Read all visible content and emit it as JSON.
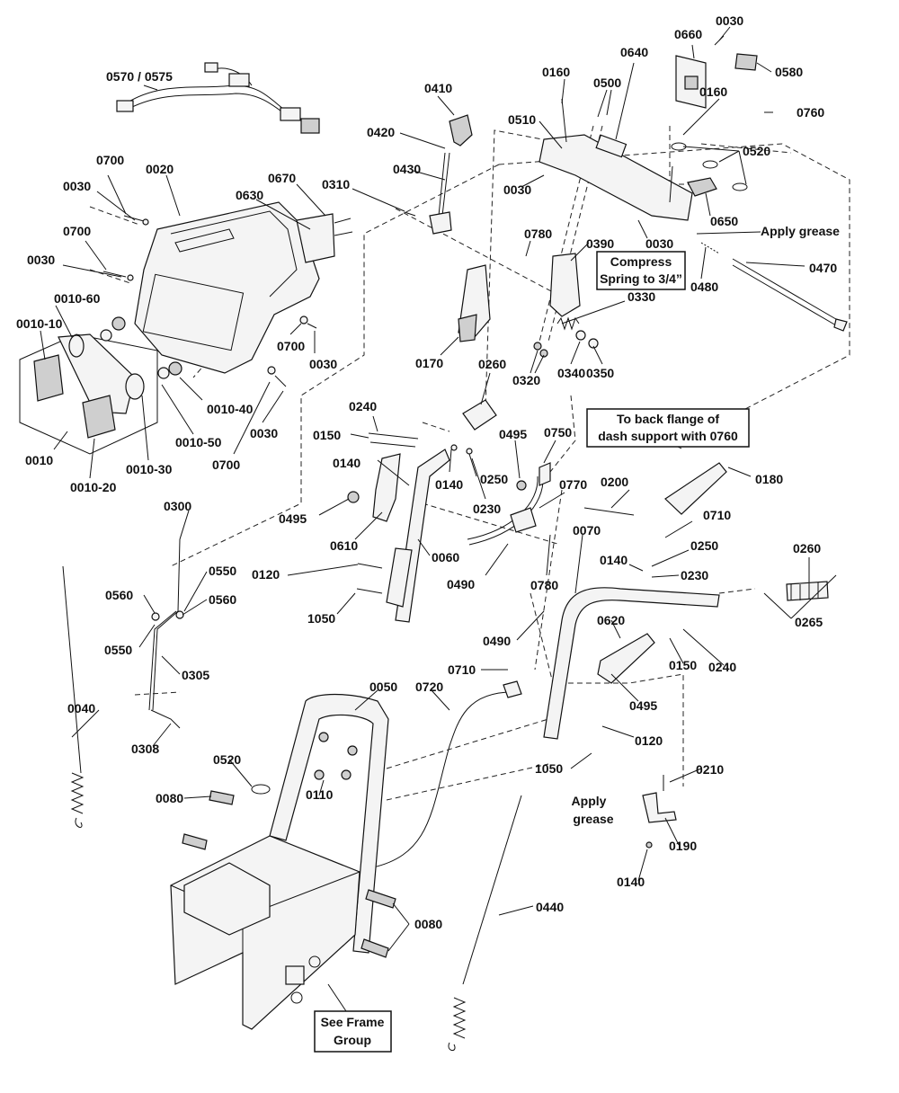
{
  "callouts": [
    {
      "id": "c01",
      "text": "0570 / 0575"
    },
    {
      "id": "c02",
      "text": "0410"
    },
    {
      "id": "c03",
      "text": "0420"
    },
    {
      "id": "c04",
      "text": "0430"
    },
    {
      "id": "c05",
      "text": "0310"
    },
    {
      "id": "c06",
      "text": "0700"
    },
    {
      "id": "c07",
      "text": "0020"
    },
    {
      "id": "c08",
      "text": "0030"
    },
    {
      "id": "c09",
      "text": "0670"
    },
    {
      "id": "c10",
      "text": "0630"
    },
    {
      "id": "c11",
      "text": "0700"
    },
    {
      "id": "c12",
      "text": "0030"
    },
    {
      "id": "c13",
      "text": "0010-60"
    },
    {
      "id": "c14",
      "text": "0010-10"
    },
    {
      "id": "c15",
      "text": "0700"
    },
    {
      "id": "c16",
      "text": "0030"
    },
    {
      "id": "c17",
      "text": "0010-40"
    },
    {
      "id": "c18",
      "text": "0010-50"
    },
    {
      "id": "c19",
      "text": "0010"
    },
    {
      "id": "c20",
      "text": "0010-30"
    },
    {
      "id": "c21",
      "text": "0010-20"
    },
    {
      "id": "c22",
      "text": "0700"
    },
    {
      "id": "c23",
      "text": "0030"
    },
    {
      "id": "c24",
      "text": "0160"
    },
    {
      "id": "c25",
      "text": "0500"
    },
    {
      "id": "c26",
      "text": "0640"
    },
    {
      "id": "c27",
      "text": "0660"
    },
    {
      "id": "c28",
      "text": "0030"
    },
    {
      "id": "c29",
      "text": "0580"
    },
    {
      "id": "c30",
      "text": "0510"
    },
    {
      "id": "c31",
      "text": "0160"
    },
    {
      "id": "c32",
      "text": "0760"
    },
    {
      "id": "c33",
      "text": "0520"
    },
    {
      "id": "c34",
      "text": "0030"
    },
    {
      "id": "c35",
      "text": "0650"
    },
    {
      "id": "c36",
      "text": "0780"
    },
    {
      "id": "c37",
      "text": "0390"
    },
    {
      "id": "c38",
      "text": "0030"
    },
    {
      "id": "c39",
      "text": "0480"
    },
    {
      "id": "c40",
      "text": "0470"
    },
    {
      "id": "c41",
      "text": "0330"
    },
    {
      "id": "c42",
      "text": "0340"
    },
    {
      "id": "c43",
      "text": "0350"
    },
    {
      "id": "c44",
      "text": "0320"
    },
    {
      "id": "c45",
      "text": "0170"
    },
    {
      "id": "c46",
      "text": "0260"
    },
    {
      "id": "c47",
      "text": "0240"
    },
    {
      "id": "c48",
      "text": "0150"
    },
    {
      "id": "c49",
      "text": "0495"
    },
    {
      "id": "c50",
      "text": "0750"
    },
    {
      "id": "c51",
      "text": "0140"
    },
    {
      "id": "c52",
      "text": "0140"
    },
    {
      "id": "c53",
      "text": "0250"
    },
    {
      "id": "c54",
      "text": "0230"
    },
    {
      "id": "c55",
      "text": "0770"
    },
    {
      "id": "c56",
      "text": "0200"
    },
    {
      "id": "c57",
      "text": "0180"
    },
    {
      "id": "c58",
      "text": "0495"
    },
    {
      "id": "c59",
      "text": "0610"
    },
    {
      "id": "c60",
      "text": "0060"
    },
    {
      "id": "c61",
      "text": "0070"
    },
    {
      "id": "c62",
      "text": "0710"
    },
    {
      "id": "c63",
      "text": "0120"
    },
    {
      "id": "c64",
      "text": "0490"
    },
    {
      "id": "c65",
      "text": "0780"
    },
    {
      "id": "c66",
      "text": "0250"
    },
    {
      "id": "c67",
      "text": "0260"
    },
    {
      "id": "c68",
      "text": "0140"
    },
    {
      "id": "c69",
      "text": "0230"
    },
    {
      "id": "c70",
      "text": "1050"
    },
    {
      "id": "c71",
      "text": "0265"
    },
    {
      "id": "c72",
      "text": "0300"
    },
    {
      "id": "c73",
      "text": "0550"
    },
    {
      "id": "c74",
      "text": "0560"
    },
    {
      "id": "c75",
      "text": "0560"
    },
    {
      "id": "c76",
      "text": "0550"
    },
    {
      "id": "c77",
      "text": "0305"
    },
    {
      "id": "c78",
      "text": "0490"
    },
    {
      "id": "c79",
      "text": "0620"
    },
    {
      "id": "c80",
      "text": "0150"
    },
    {
      "id": "c81",
      "text": "0240"
    },
    {
      "id": "c82",
      "text": "0710"
    },
    {
      "id": "c83",
      "text": "0495"
    },
    {
      "id": "c84",
      "text": "0040"
    },
    {
      "id": "c85",
      "text": "0050"
    },
    {
      "id": "c86",
      "text": "0720"
    },
    {
      "id": "c87",
      "text": "0120"
    },
    {
      "id": "c88",
      "text": "0308"
    },
    {
      "id": "c89",
      "text": "1050"
    },
    {
      "id": "c90",
      "text": "0210"
    },
    {
      "id": "c91",
      "text": "0520"
    },
    {
      "id": "c92",
      "text": "0110"
    },
    {
      "id": "c93",
      "text": "0080"
    },
    {
      "id": "c94",
      "text": "0190"
    },
    {
      "id": "c95",
      "text": "0140"
    },
    {
      "id": "c96",
      "text": "0440"
    },
    {
      "id": "c97",
      "text": "0080"
    }
  ],
  "notes": {
    "apply_grease_top": "Apply grease",
    "compress_line1": "Compress",
    "compress_line2": "Spring to 3/4”",
    "flange_line1": "To back flange of",
    "flange_line2": "dash support with 0760",
    "apply_grease_bottom_line1": "Apply",
    "apply_grease_bottom_line2": "grease",
    "see_frame_line1": "See Frame",
    "see_frame_line2": "Group"
  }
}
